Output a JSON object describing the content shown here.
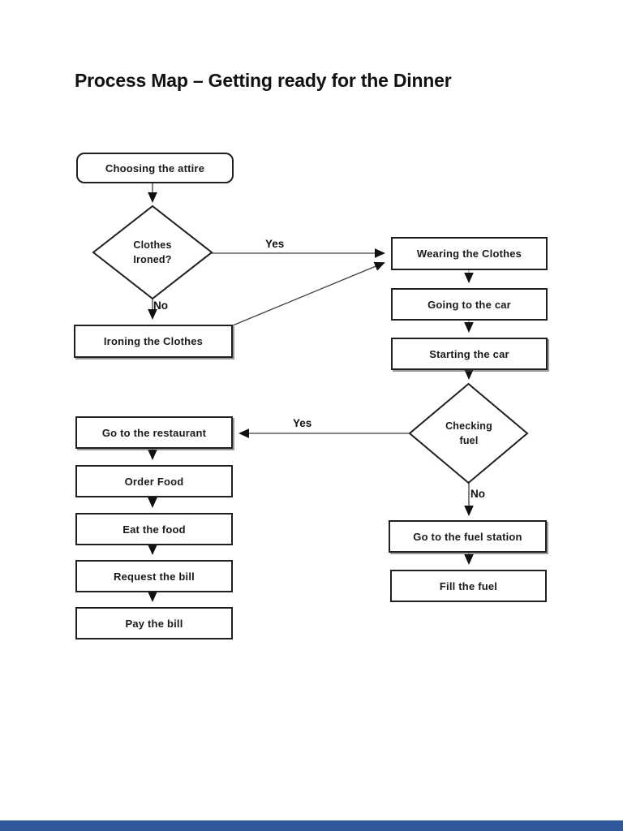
{
  "document": {
    "title": "Process Map – Getting ready for the Dinner"
  },
  "flowchart": {
    "nodes": {
      "choosing_attire": {
        "label": "Choosing the attire",
        "shape": "rounded-rectangle"
      },
      "clothes_ironed": {
        "label": "Clothes Ironed?",
        "shape": "diamond"
      },
      "wearing_clothes": {
        "label": "Wearing the Clothes",
        "shape": "rectangle"
      },
      "going_to_car": {
        "label": "Going to the car",
        "shape": "rectangle"
      },
      "starting_car": {
        "label": "Starting the car",
        "shape": "rectangle"
      },
      "checking_fuel": {
        "label": "Checking fuel",
        "shape": "diamond"
      },
      "ironing_clothes": {
        "label": "Ironing the Clothes",
        "shape": "rectangle"
      },
      "go_to_restaurant": {
        "label": "Go to the restaurant",
        "shape": "rectangle"
      },
      "order_food": {
        "label": "Order Food",
        "shape": "rectangle"
      },
      "eat_food": {
        "label": "Eat the food",
        "shape": "rectangle"
      },
      "request_bill": {
        "label": "Request the bill",
        "shape": "rectangle"
      },
      "pay_bill": {
        "label": "Pay the bill",
        "shape": "rectangle"
      },
      "go_to_fuel_station": {
        "label": "Go to the fuel station",
        "shape": "rectangle"
      },
      "fill_fuel": {
        "label": "Fill the fuel",
        "shape": "rectangle"
      }
    },
    "edge_labels": {
      "ironed_yes": "Yes",
      "ironed_no": "No",
      "fuel_yes": "Yes",
      "fuel_no": "No"
    },
    "colors": {
      "node_border": "#1f1f1f",
      "connector_dark": "#3f3f3f",
      "connector_light": "#a6a6a6",
      "connector_mid": "#7f7f7f",
      "arrowhead": "#111111",
      "footer_bar": "#30589c"
    }
  }
}
